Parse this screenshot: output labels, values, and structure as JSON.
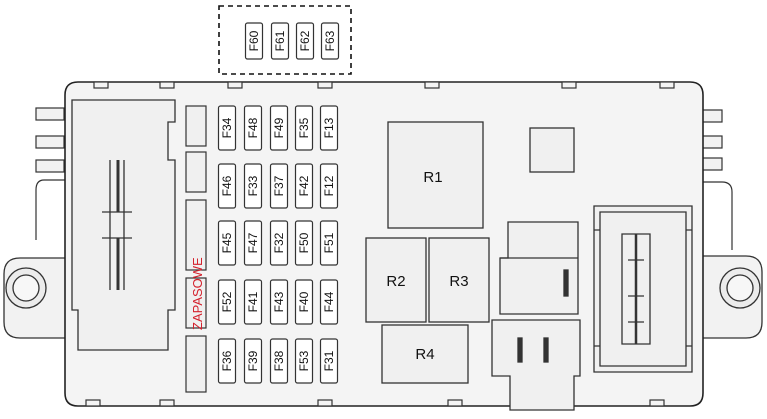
{
  "spare_fuses": [
    "F60",
    "F61",
    "F62",
    "F63"
  ],
  "fuse_grid": [
    [
      "F34",
      "F48",
      "F49",
      "F35",
      "F13"
    ],
    [
      "F46",
      "F33",
      "F37",
      "F42",
      "F12"
    ],
    [
      "F45",
      "F47",
      "F32",
      "F50",
      "F51"
    ],
    [
      "F52",
      "F41",
      "F43",
      "F40",
      "F44"
    ],
    [
      "F36",
      "F39",
      "F38",
      "F53",
      "F31"
    ]
  ],
  "relays": {
    "r1": "R1",
    "r2": "R2",
    "r3": "R3",
    "r4": "R4"
  },
  "spare_label": "ZAPASOWE",
  "colors": {
    "outline": "#333333",
    "box_fill": "#f2f2f2",
    "spare_label": "#d4212d"
  }
}
